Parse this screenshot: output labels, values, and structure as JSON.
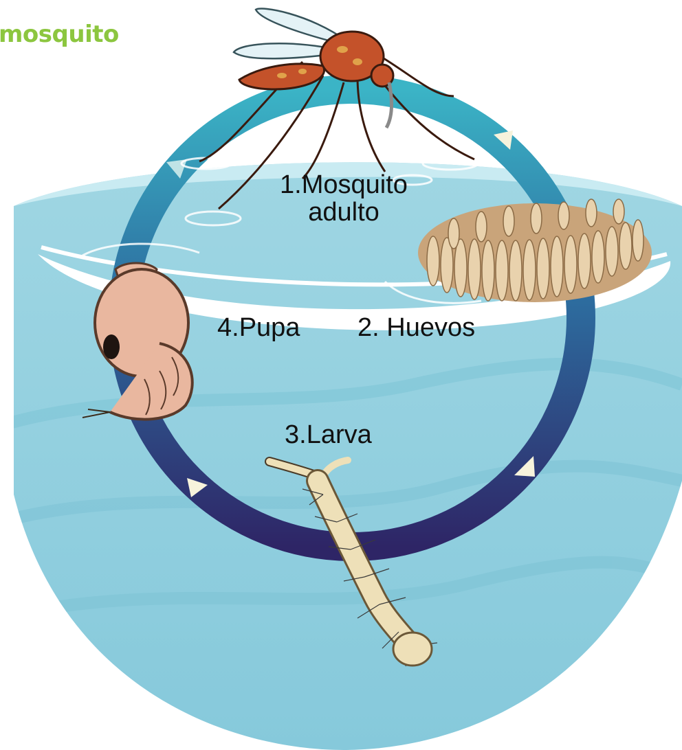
{
  "brand": {
    "text": "mosquito"
  },
  "stages": {
    "adult_line1": "1.Mosquito",
    "adult_line2": "adulto",
    "eggs": "2. Huevos",
    "larva": "3.Larva",
    "pupa": "4.Pupa"
  },
  "colors": {
    "brand_green": "#8cc63f",
    "water": "#a9dbe7",
    "water_dark": "#7fc4d6",
    "cycle_top": "#3bb4c6",
    "cycle_bottom": "#2e2566",
    "arrow": "#f7f3dc",
    "mosquito_body": "#c4522a",
    "egg_raft": "#e3c9a3",
    "larva": "#eee0b8",
    "pupa": "#e9b79f"
  },
  "icons": [
    "mosquito-icon",
    "egg-raft-icon",
    "larva-icon",
    "pupa-icon",
    "cycle-arrow-icon"
  ]
}
